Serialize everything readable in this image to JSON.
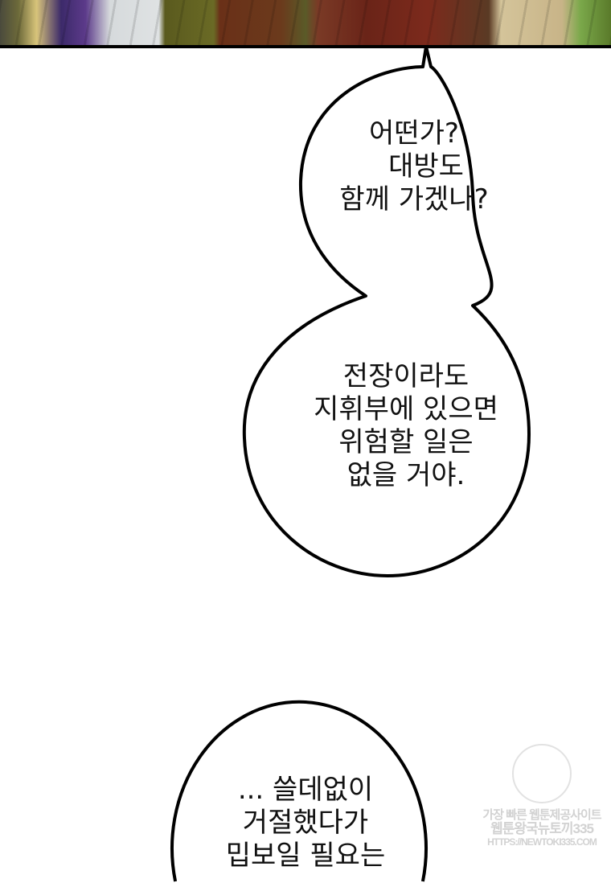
{
  "bubbles": [
    {
      "lines": [
        "어떤가?",
        "대방도",
        "함께 가겠나?"
      ]
    },
    {
      "lines": [
        "전장이라도",
        "지휘부에 있으면",
        "위험할 일은",
        "없을 거야."
      ]
    },
    {
      "lines": [
        "... 쓸데없이",
        "거절했다가",
        "밉보일 필요는"
      ]
    }
  ],
  "watermark": {
    "line1": "가장 빠른 웹툰제공사이트",
    "line2": "웹툰왕국뉴토끼335",
    "line3": "HTTPS://NEWTOKI335.COM"
  }
}
